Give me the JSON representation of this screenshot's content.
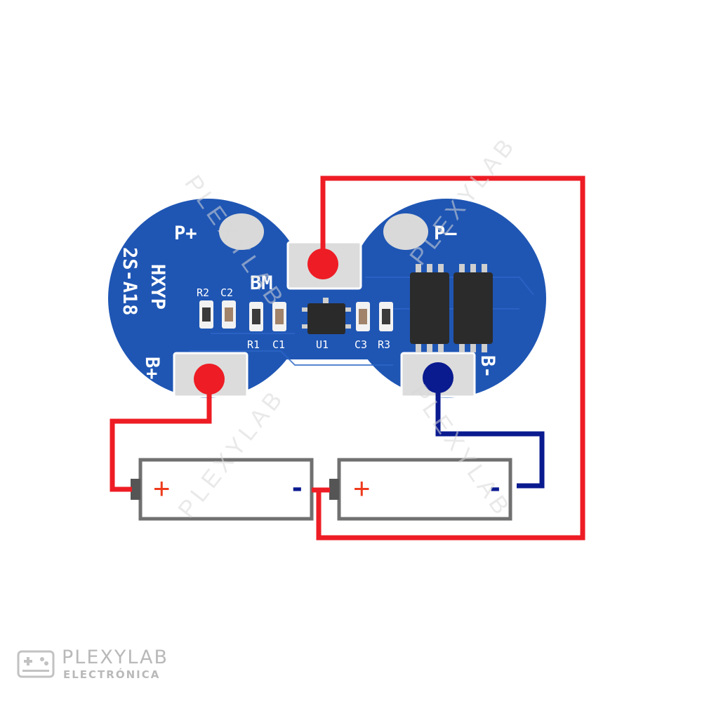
{
  "board": {
    "model_line1": "HXYP",
    "model_line2": "2S-A18",
    "pad_p_plus": "P+",
    "pad_p_minus": "P–",
    "pad_b_plus": "B+",
    "pad_b_minus": "B-",
    "pad_bm": "BM",
    "parts": {
      "r2": "R2",
      "c2": "C2",
      "r1": "R1",
      "c1": "C1",
      "u1": "U1",
      "c3": "C3",
      "r3": "R3"
    }
  },
  "batteries": [
    {
      "plus": "+",
      "minus": "-"
    },
    {
      "plus": "+",
      "minus": "-"
    }
  ],
  "watermark": {
    "text": "PLEXYLAB"
  },
  "brand": {
    "name": "PLEXYLAB",
    "subtitle": "ELECTRÓNICA"
  },
  "colors": {
    "pcb": "#1f56b4",
    "pcb_edge": "#2a62c2",
    "wire_positive": "#ee1c24",
    "wire_negative": "#0a1a8f",
    "battery_outline": "#707070",
    "pad": "#d9d9d9"
  }
}
